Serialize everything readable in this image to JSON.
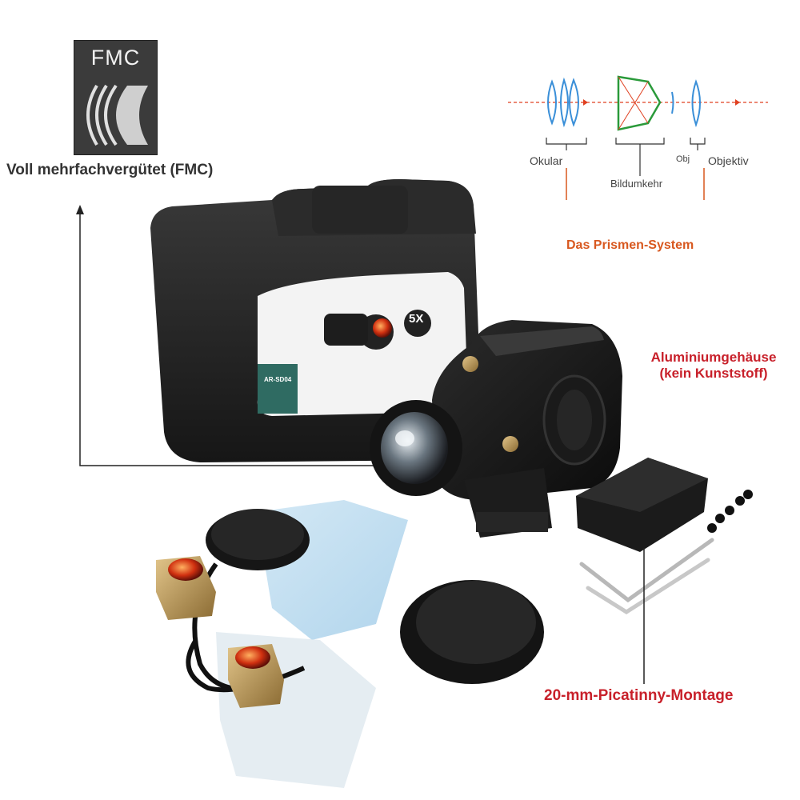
{
  "badge": {
    "text": "FMC"
  },
  "captions": {
    "coating": "Voll mehrfachvergütet (FMC)",
    "housing_line1": "Aluminiumgehäuse",
    "housing_line2": "(kein Kunststoff)",
    "mount": "20-mm-Picatinny-Montage"
  },
  "diagram": {
    "eyepiece": "Okular",
    "objective": "Objektiv",
    "objective_partial": "Obj",
    "erector": "Bildumkehr",
    "system": "Das Prismen-System"
  },
  "box_label": {
    "magnification": "5X",
    "model": "AR-SD04"
  },
  "colors": {
    "red_caption": "#c8202a",
    "orange_caption": "#d8581f",
    "lens_blue": "#3a8fd8",
    "prism_green": "#2a9a3a",
    "beam_red": "#e04020"
  }
}
